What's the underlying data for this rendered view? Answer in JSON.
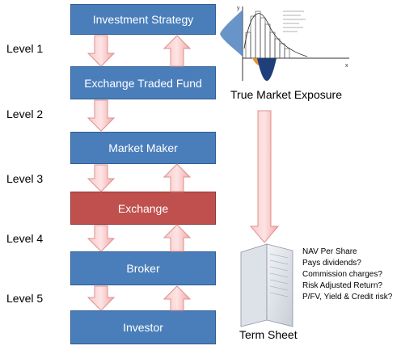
{
  "boxes": [
    {
      "label": "Investment Strategy",
      "color": "#4a7ebb"
    },
    {
      "label": "Exchange Traded Fund",
      "color": "#4a7ebb"
    },
    {
      "label": "Market Maker",
      "color": "#4a7ebb"
    },
    {
      "label": "Exchange",
      "color": "#c0504d"
    },
    {
      "label": "Broker",
      "color": "#4a7ebb"
    },
    {
      "label": "Investor",
      "color": "#4a7ebb"
    }
  ],
  "levels": [
    "Level 1",
    "Level 2",
    "Level 3",
    "Level 4",
    "Level 5"
  ],
  "exposure_label": "True Market Exposure",
  "term_sheet_label": "Term Sheet",
  "chart_axes": {
    "y": "y",
    "x": "x"
  },
  "term_sheet_items": [
    "NAV Per Share",
    "Pays dividends?",
    "Commission charges?",
    "Risk Adjusted Return?",
    "P/FV, Yield & Credit risk?"
  ],
  "arrow_color": "#f4a6a6"
}
